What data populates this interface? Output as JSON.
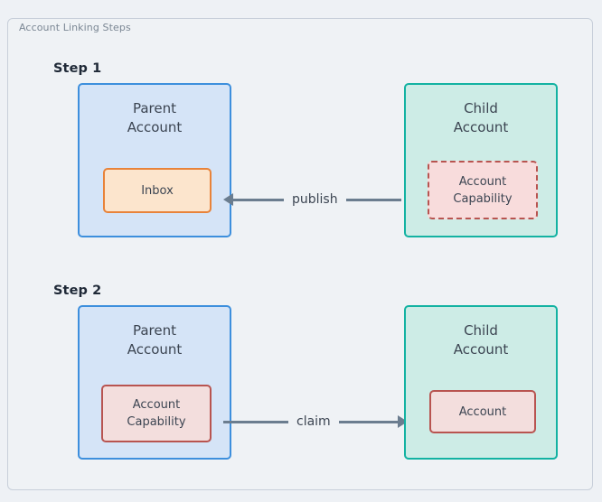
{
  "frame": {
    "title": "Account Linking Steps"
  },
  "steps": [
    {
      "label": "Step 1",
      "parent": {
        "title": "Parent\nAccount",
        "chip": {
          "label": "Inbox",
          "style": "solid-orange"
        }
      },
      "child": {
        "title": "Child\nAccount",
        "chip": {
          "label": "Account\nCapability",
          "style": "dashed-red"
        }
      },
      "arrow": {
        "label": "publish",
        "direction": "left"
      }
    },
    {
      "label": "Step 2",
      "parent": {
        "title": "Parent\nAccount",
        "chip": {
          "label": "Account\nCapability",
          "style": "solid-red"
        }
      },
      "child": {
        "title": "Child\nAccount",
        "chip": {
          "label": "Account",
          "style": "solid-red"
        }
      },
      "arrow": {
        "label": "claim",
        "direction": "right"
      }
    }
  ],
  "colors": {
    "page_background": "#eef1f5",
    "frame_border": "#c8cfda",
    "parent_fill": "#d5e4f7",
    "parent_border": "#3d8fdd",
    "child_fill": "#cdece6",
    "child_border": "#13b2a2",
    "inbox_fill": "#fce5cd",
    "inbox_border": "#e8833a",
    "capability_fill": "#f8dcdc",
    "capability_border": "#b85450",
    "arrow": "#6b7d8f",
    "text": "#3c4552",
    "title_text": "#7b8794"
  }
}
